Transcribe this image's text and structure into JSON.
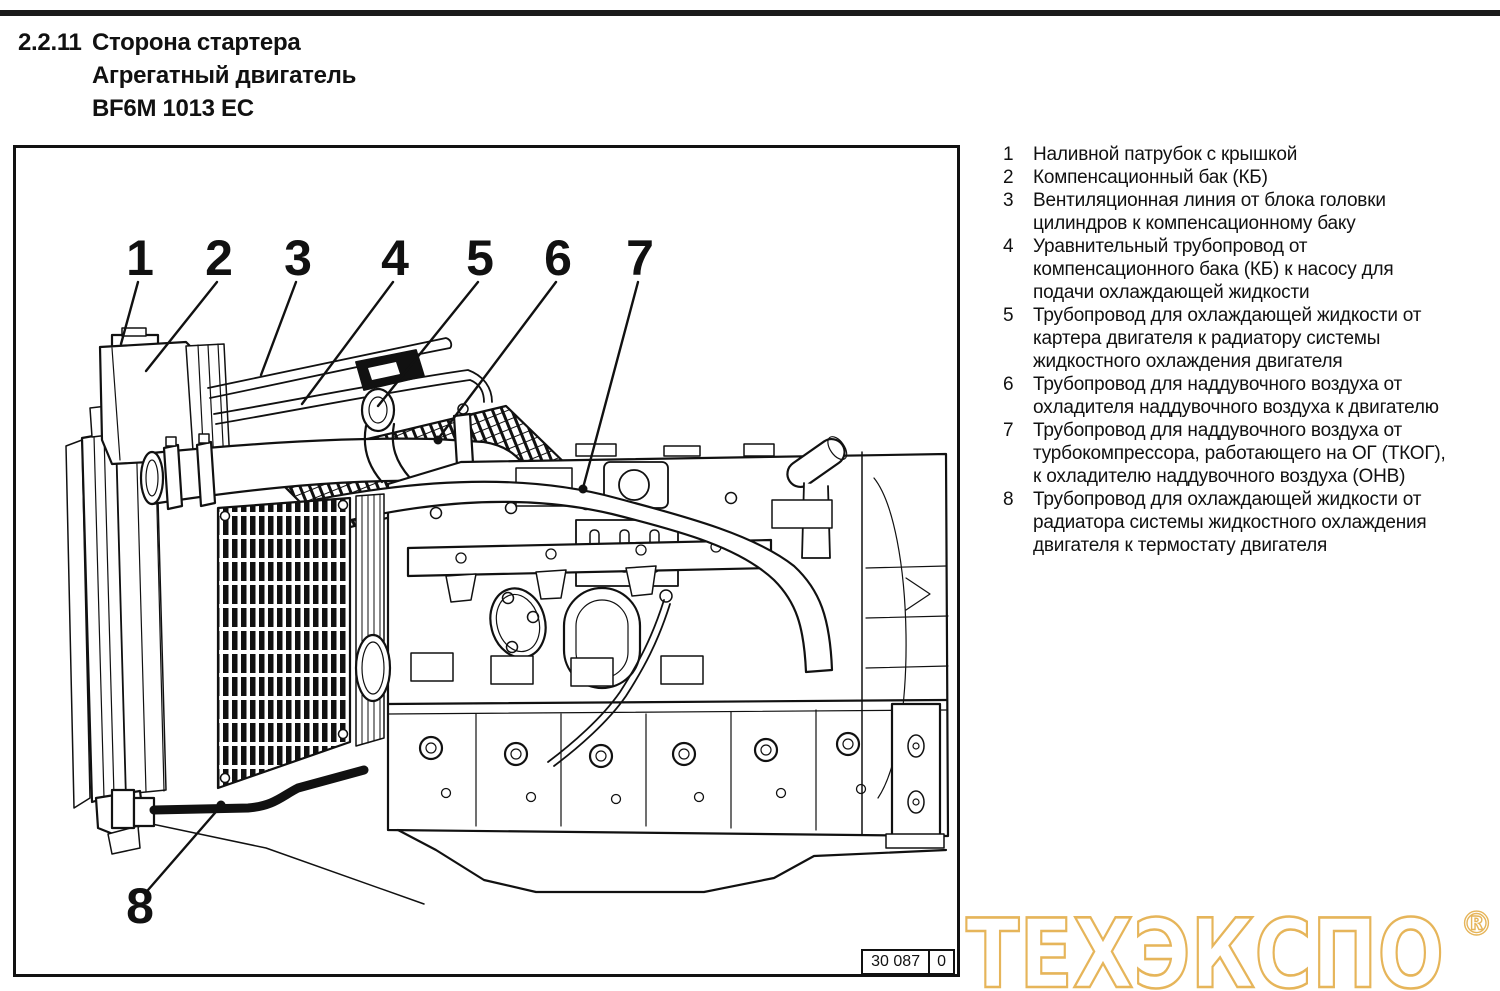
{
  "page": {
    "section_number": "2.2.11",
    "title_line1": "Сторона стартера",
    "title_line2": "Агрегатный двигатель",
    "title_line3": "BF6M 1013 EC"
  },
  "figure": {
    "callouts": [
      "1",
      "2",
      "3",
      "4",
      "5",
      "6",
      "7",
      "8"
    ],
    "figure_number": "30 087",
    "revision": "0"
  },
  "legend": {
    "items": [
      {
        "num": "1",
        "text": "Наливной патрубок с крышкой"
      },
      {
        "num": "2",
        "text": "Компенсационный бак (КБ)"
      },
      {
        "num": "3",
        "text": "Вентиляционная линия от блока головки\nцилиндров к компенсационному баку"
      },
      {
        "num": "4",
        "text": "Уравнительный трубопровод от\nкомпенсационного бака (КБ) к насосу для\nподачи охлаждающей жидкости"
      },
      {
        "num": "5",
        "text": "Трубопровод для охлаждающей жидкости от\nкартера двигателя к радиатору системы\nжидкостного охлаждения двигателя"
      },
      {
        "num": "6",
        "text": "Трубопровод для наддувочного воздуха от\nохладителя наддувочного воздуха к двигателю"
      },
      {
        "num": "7",
        "text": "Трубопровод для наддувочного воздуха от\nтурбокомпрессора, работающего на ОГ (ТКОГ),\nк охладителю наддувочного воздуха (ОНВ)"
      },
      {
        "num": "8",
        "text": "Трубопровод для охлаждающей жидкости от\nрадиатора системы жидкостного охлаждения\nдвигателя к термостату двигателя"
      }
    ]
  },
  "watermark": {
    "text": "ТЕХЭКСПО",
    "reg": "®",
    "color": "#e6b55a"
  }
}
